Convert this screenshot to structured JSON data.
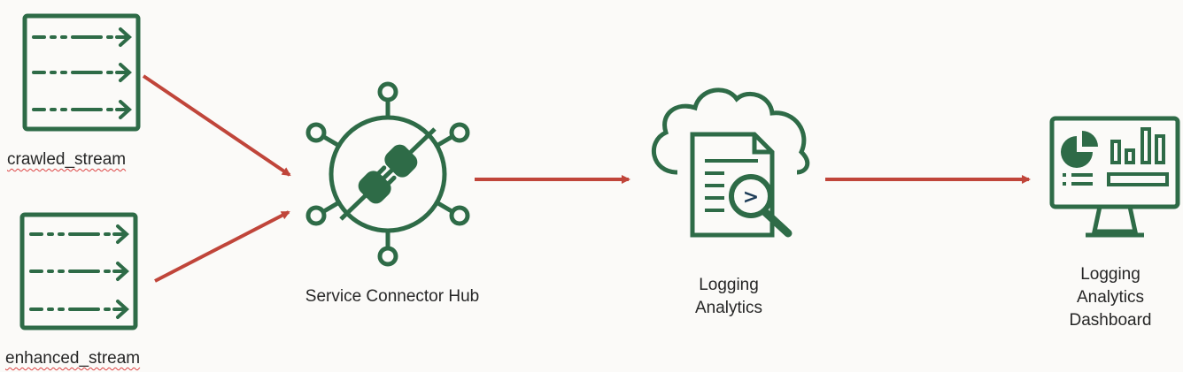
{
  "nodes": {
    "crawled_stream": {
      "label": "crawled_stream",
      "icon": "stream-icon"
    },
    "enhanced_stream": {
      "label": "enhanced_stream",
      "icon": "stream-icon"
    },
    "service_connector_hub": {
      "label": "Service Connector Hub",
      "icon": "plug-connector-icon"
    },
    "logging_analytics": {
      "label_line1": "Logging",
      "label_line2": "Analytics",
      "icon": "cloud-log-search-icon"
    },
    "logging_analytics_dashboard": {
      "label_line1": "Logging",
      "label_line2": "Analytics",
      "label_line3": "Dashboard",
      "icon": "monitor-dashboard-icon"
    }
  },
  "colors": {
    "icon_green": "#2e6b47",
    "arrow_red": "#c0453a",
    "text": "#262626",
    "background": "#fbfaf8"
  }
}
